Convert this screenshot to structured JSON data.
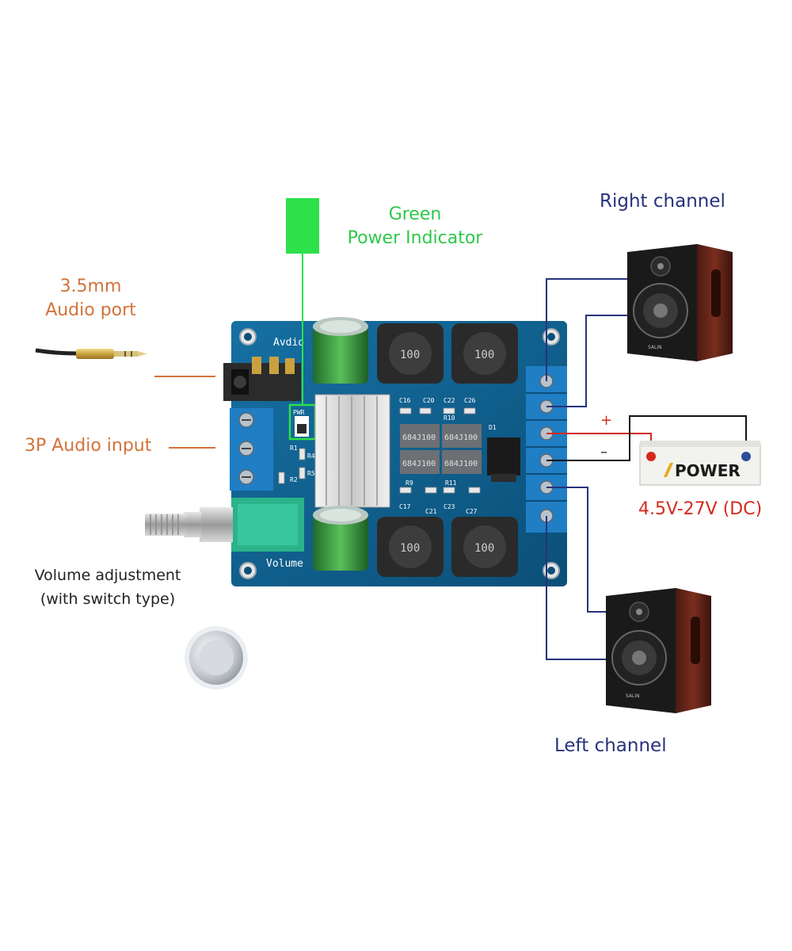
{
  "labels": {
    "audio_port": [
      "3.5mm",
      "Audio port"
    ],
    "audio_input": "3P Audio input",
    "volume_adjust": [
      "Volume adjustment",
      "(with switch type)"
    ],
    "power_indicator": [
      "Green",
      "Power Indicator"
    ],
    "right_channel": "Right channel",
    "left_channel": "Left channel",
    "voltage": "4.5V-27V (DC)",
    "plus": "+",
    "minus": "–"
  },
  "board": {
    "silk_audio": "Avdio",
    "silk_volume": "Volume",
    "silk_pwr": "PWR",
    "inductor_value": "100",
    "capacitor_codes": [
      "684J100",
      "684J100",
      "684J100",
      "684J100"
    ],
    "component_refs": [
      "C16",
      "C20",
      "C22",
      "C26",
      "C17",
      "C21",
      "C23",
      "C27",
      "R9",
      "R10",
      "R11",
      "D1",
      "R1",
      "R2",
      "R4",
      "R5"
    ]
  },
  "battery": {
    "brand": "POWER"
  },
  "speaker_brand": "SALIN",
  "colors": {
    "pcb": "#0e5d8a",
    "terminal": "#1f7ec4",
    "wire_blue": "#27337c",
    "wire_red": "#d42a1c",
    "wire_black": "#111111",
    "indicator": "#2ee04a"
  }
}
